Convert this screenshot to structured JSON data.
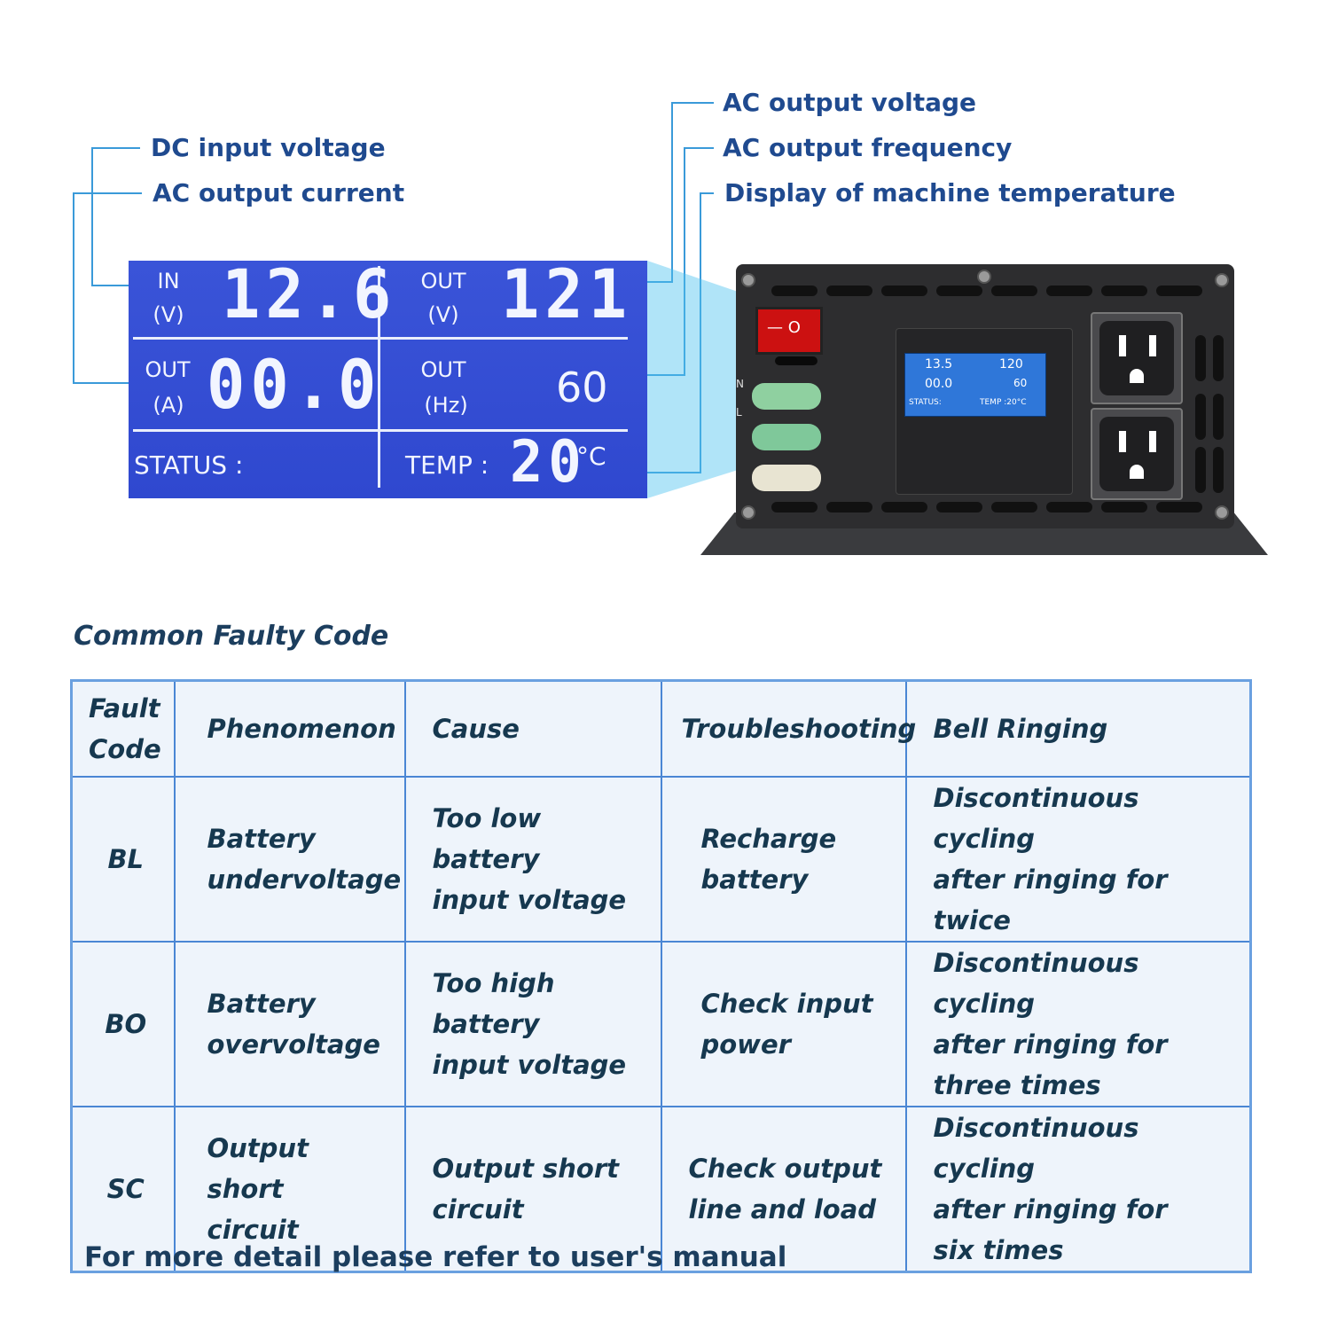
{
  "callouts": {
    "dc_input_voltage": "DC input voltage",
    "ac_output_current": "AC output current",
    "ac_output_voltage": "AC output voltage",
    "ac_output_frequency": "AC output frequency",
    "machine_temperature": "Display of machine temperature"
  },
  "lcd": {
    "in_label_1": "IN",
    "in_label_2": "(V)",
    "in_value": "12.6",
    "out_v_label_1": "OUT",
    "out_v_label_2": "(V)",
    "out_v_value": "121",
    "out_a_label_1": "OUT",
    "out_a_label_2": "(A)",
    "out_a_value": "00.0",
    "out_hz_label_1": "OUT",
    "out_hz_label_2": "(Hz)",
    "out_hz_value": "60",
    "status_label": "STATUS :",
    "temp_label": "TEMP :",
    "temp_value": "20",
    "temp_unit": "°C"
  },
  "device": {
    "mini_in": "13.5",
    "mini_out_v": "120",
    "mini_out_a": "00.0",
    "mini_hz": "60",
    "mini_status": "STATUS:",
    "mini_temp": "TEMP :20°C",
    "switch_label": "— O",
    "terminal_n": "N",
    "terminal_l": "L"
  },
  "table": {
    "title": "Common Faulty Code",
    "headers": [
      "Fault\nCode",
      "Phenomenon",
      "Cause",
      "Troubleshooting",
      "Bell Ringing"
    ],
    "rows": [
      [
        "BL",
        "Battery\nundervoltage",
        "Too low battery\ninput voltage",
        "Recharge\nbattery",
        "Discontinuous cycling\nafter ringing for twice"
      ],
      [
        "BO",
        "Battery\novervoltage",
        "Too high battery\ninput voltage",
        "Check input\npower",
        "Discontinuous cycling\nafter ringing for\nthree times"
      ],
      [
        "SC",
        "Output short\ncircuit",
        "Output short\ncircuit",
        "Check output\nline and load",
        "Discontinuous cycling\nafter ringing for\nsix times"
      ]
    ]
  },
  "footer": "For more detail please refer to user's manual",
  "colors": {
    "callout_text": "#1f4a8f",
    "callout_line": "#3a9ad9",
    "lcd_bg": "#3348d2",
    "table_border": "#4a86d4",
    "table_bg": "#eef4fb"
  }
}
